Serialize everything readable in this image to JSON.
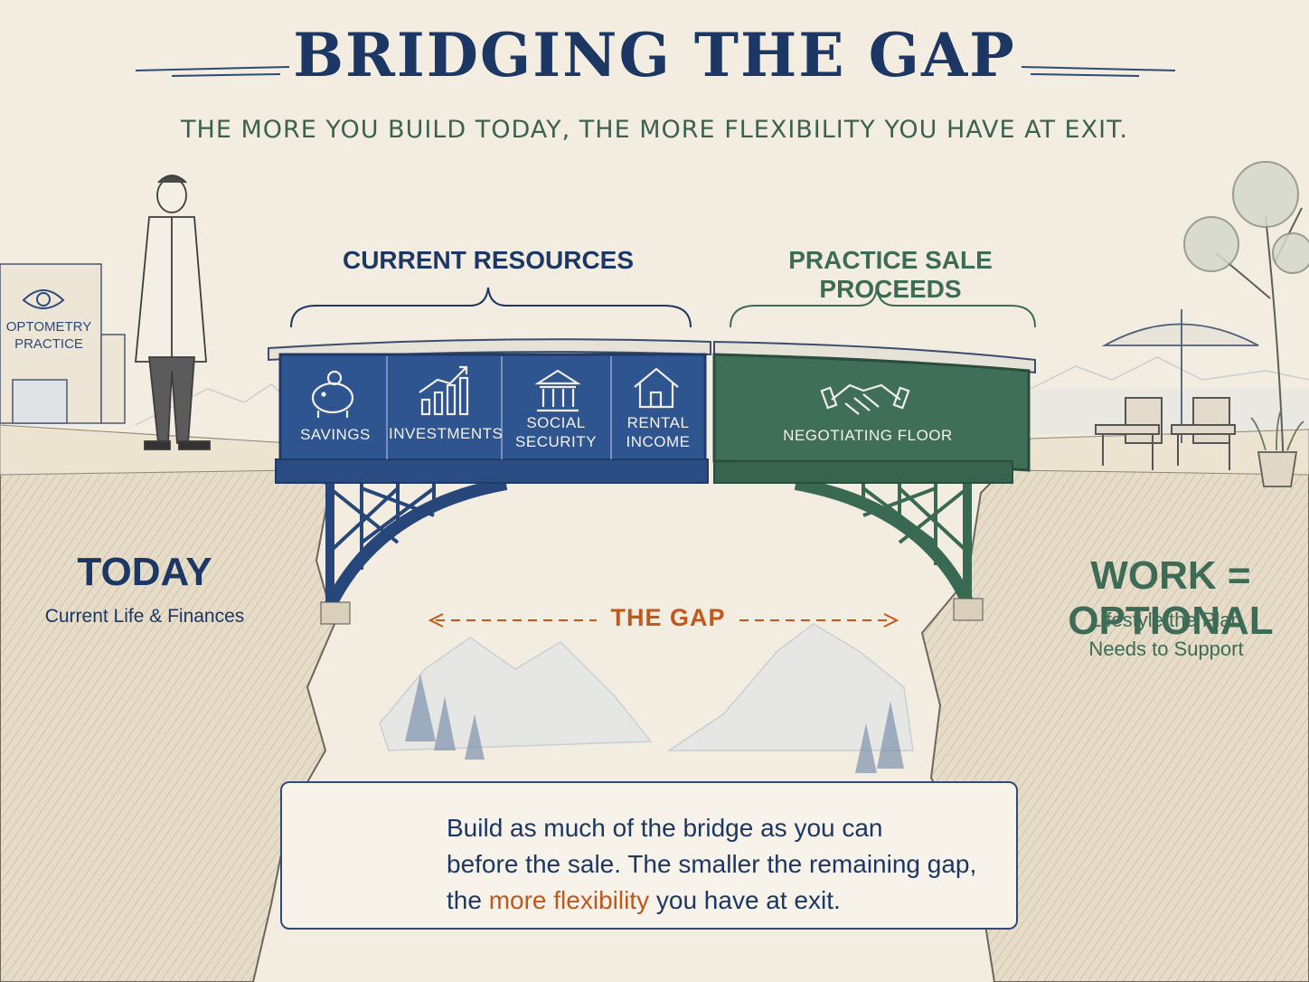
{
  "header": {
    "title": "BRIDGING THE GAP",
    "subtitle": "THE MORE YOU BUILD TODAY, THE MORE FLEXIBILITY YOU HAVE AT EXIT."
  },
  "sign": {
    "line1": "OPTOMETRY",
    "line2": "PRACTICE"
  },
  "bridge": {
    "current_label": "CURRENT RESOURCES",
    "proceeds_label": "PRACTICE SALE PROCEEDS",
    "segments": [
      {
        "line1": "SAVINGS",
        "line2": "",
        "icon": "piggy-bank-icon"
      },
      {
        "line1": "INVESTMENTS",
        "line2": "",
        "icon": "growth-chart-icon"
      },
      {
        "line1": "SOCIAL",
        "line2": "SECURITY",
        "icon": "bank-building-icon"
      },
      {
        "line1": "RENTAL",
        "line2": "INCOME",
        "icon": "house-icon"
      }
    ],
    "proceeds_segment": {
      "label": "NEGOTIATING FLOOR",
      "icon": "handshake-icon"
    },
    "gap_label": "THE GAP"
  },
  "left_side": {
    "title": "TODAY",
    "subtitle": "Current Life & Finances"
  },
  "right_side": {
    "title": "WORK = OPTIONAL",
    "line1": "Lifestyle the Plan",
    "line2": "Needs to Support"
  },
  "callout": {
    "line1": "Build as much of the bridge as you can",
    "line2": "before the sale. The smaller the remaining gap,",
    "line3_pre": "the ",
    "line3_accent": "more flexibility",
    "line3_post": " you have at exit.",
    "icon": "suspension-bridge-icon"
  },
  "colors": {
    "navy": "#1c3763",
    "blue_span": "#2f5590",
    "green_span": "#3f6f59",
    "accent_orange": "#c0571b",
    "paper": "#f3ede1"
  }
}
